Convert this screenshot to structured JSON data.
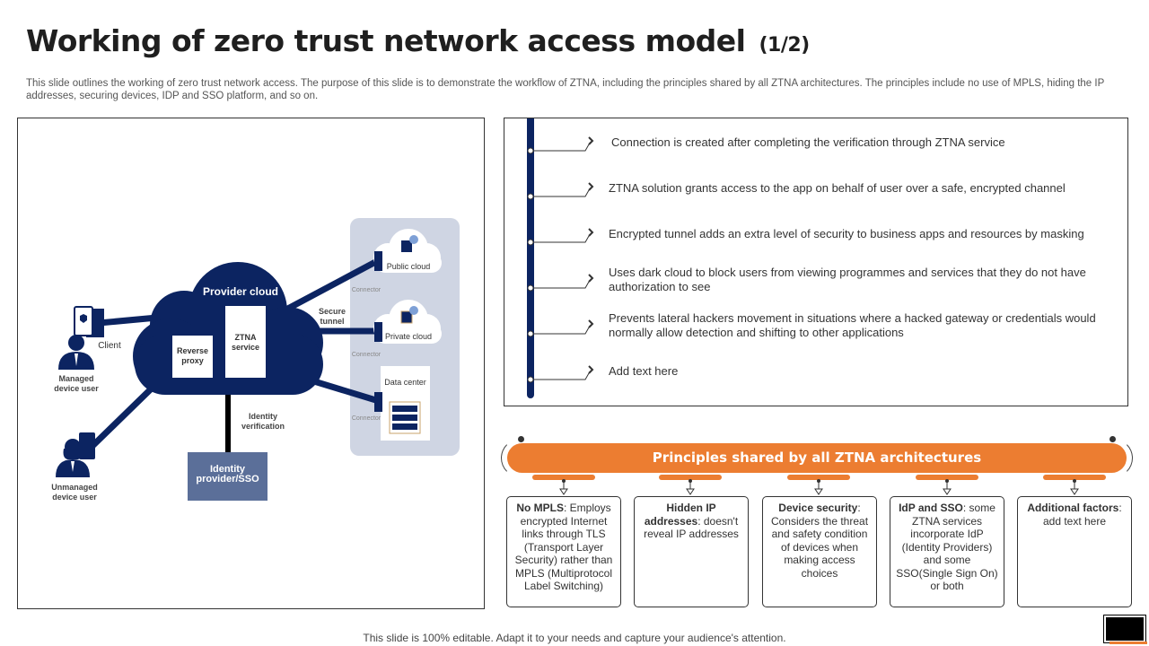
{
  "header": {
    "title": "Working of zero trust network access model",
    "title_suffix": "(1/2)",
    "subtitle": "This slide outlines the working of zero trust network access. The purpose of this slide is to demonstrate the workflow of ZTNA,  including the principles shared by all ZTNA architectures. The principles include no use of MPLS,  hiding the IP addresses, securing devices, IDP and SSO platform, and so on."
  },
  "diagram": {
    "provider_cloud": "Provider cloud",
    "reverse_proxy": "Reverse proxy",
    "ztna_service": "ZTNA service",
    "client": "Client",
    "managed_user": "Managed device user",
    "unmanaged_user": "Unmanaged device user",
    "identity_verification": "Identity verification",
    "identity_provider": "Identity provider/SSO",
    "secure_tunnel": "Secure tunnel",
    "public_cloud": "Public cloud",
    "private_cloud": "Private cloud",
    "data_center": "Data center",
    "connector": "Connector",
    "colors": {
      "navy": "#0c2461",
      "slate": "#5b6f99",
      "panel": "#cfd5e3"
    }
  },
  "steps": [
    "Connection is created after completing the verification through ZTNA service",
    "ZTNA solution grants access to the app on behalf of user over a safe, encrypted channel",
    "Encrypted tunnel adds an extra level of security to business apps and resources by masking",
    "Uses dark cloud to block users from viewing programmes and services that they do not have authorization to see",
    "Prevents lateral hackers movement in situations where a hacked gateway or credentials would normally allow detection and shifting to other applications",
    "Add text here"
  ],
  "principles": {
    "banner": "Principles shared by all ZTNA architectures",
    "accent": "#ec7d31",
    "items": [
      {
        "title": "No MPLS",
        "text": ": Employs encrypted Internet links through TLS (Transport Layer Security) rather than MPLS (Multiprotocol Label Switching)"
      },
      {
        "title": "Hidden IP addresses",
        "text": ": doesn't reveal IP addresses"
      },
      {
        "title": "Device security",
        "text": ": Considers the threat and safety condition of devices when making access choices"
      },
      {
        "title": "IdP and SSO",
        "text": ": some ZTNA services incorporate IdP (Identity Providers) and some SSO(Single Sign On) or both"
      },
      {
        "title": "Additional factors",
        "text": ": add text here"
      }
    ]
  },
  "footer": "This slide is 100% editable. Adapt it to your needs and capture your audience's attention."
}
